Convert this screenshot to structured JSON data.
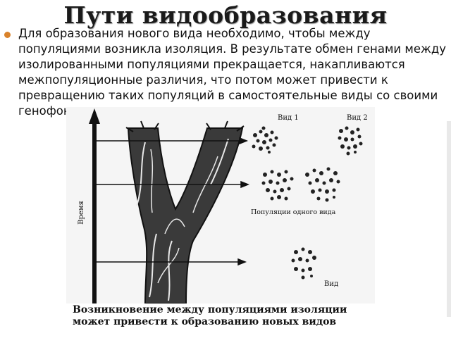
{
  "slide": {
    "title": "Пути видообразования",
    "paragraph": "Для образования нового вида необходимо, чтобы между популяциями возникла изоляция. В результате обмен генами между изолированными популяциями прекращается, накапливаются межпопуляционные различия,  что потом может привести к превращению таких популяций в самостоятельные виды со своими генофондами.",
    "caption": "Возникновение между популяциями изоляции может привести  к образованию новых видов"
  },
  "figure": {
    "axis_label": "Время",
    "species1_label": "Вид 1",
    "species2_label": "Вид 2",
    "populations_label": "Популяции одного вида",
    "species_label": "Вид"
  },
  "colors": {
    "bullet": "#d9822b",
    "ink": "#111111",
    "figure_bg": "#f5f5f5"
  }
}
